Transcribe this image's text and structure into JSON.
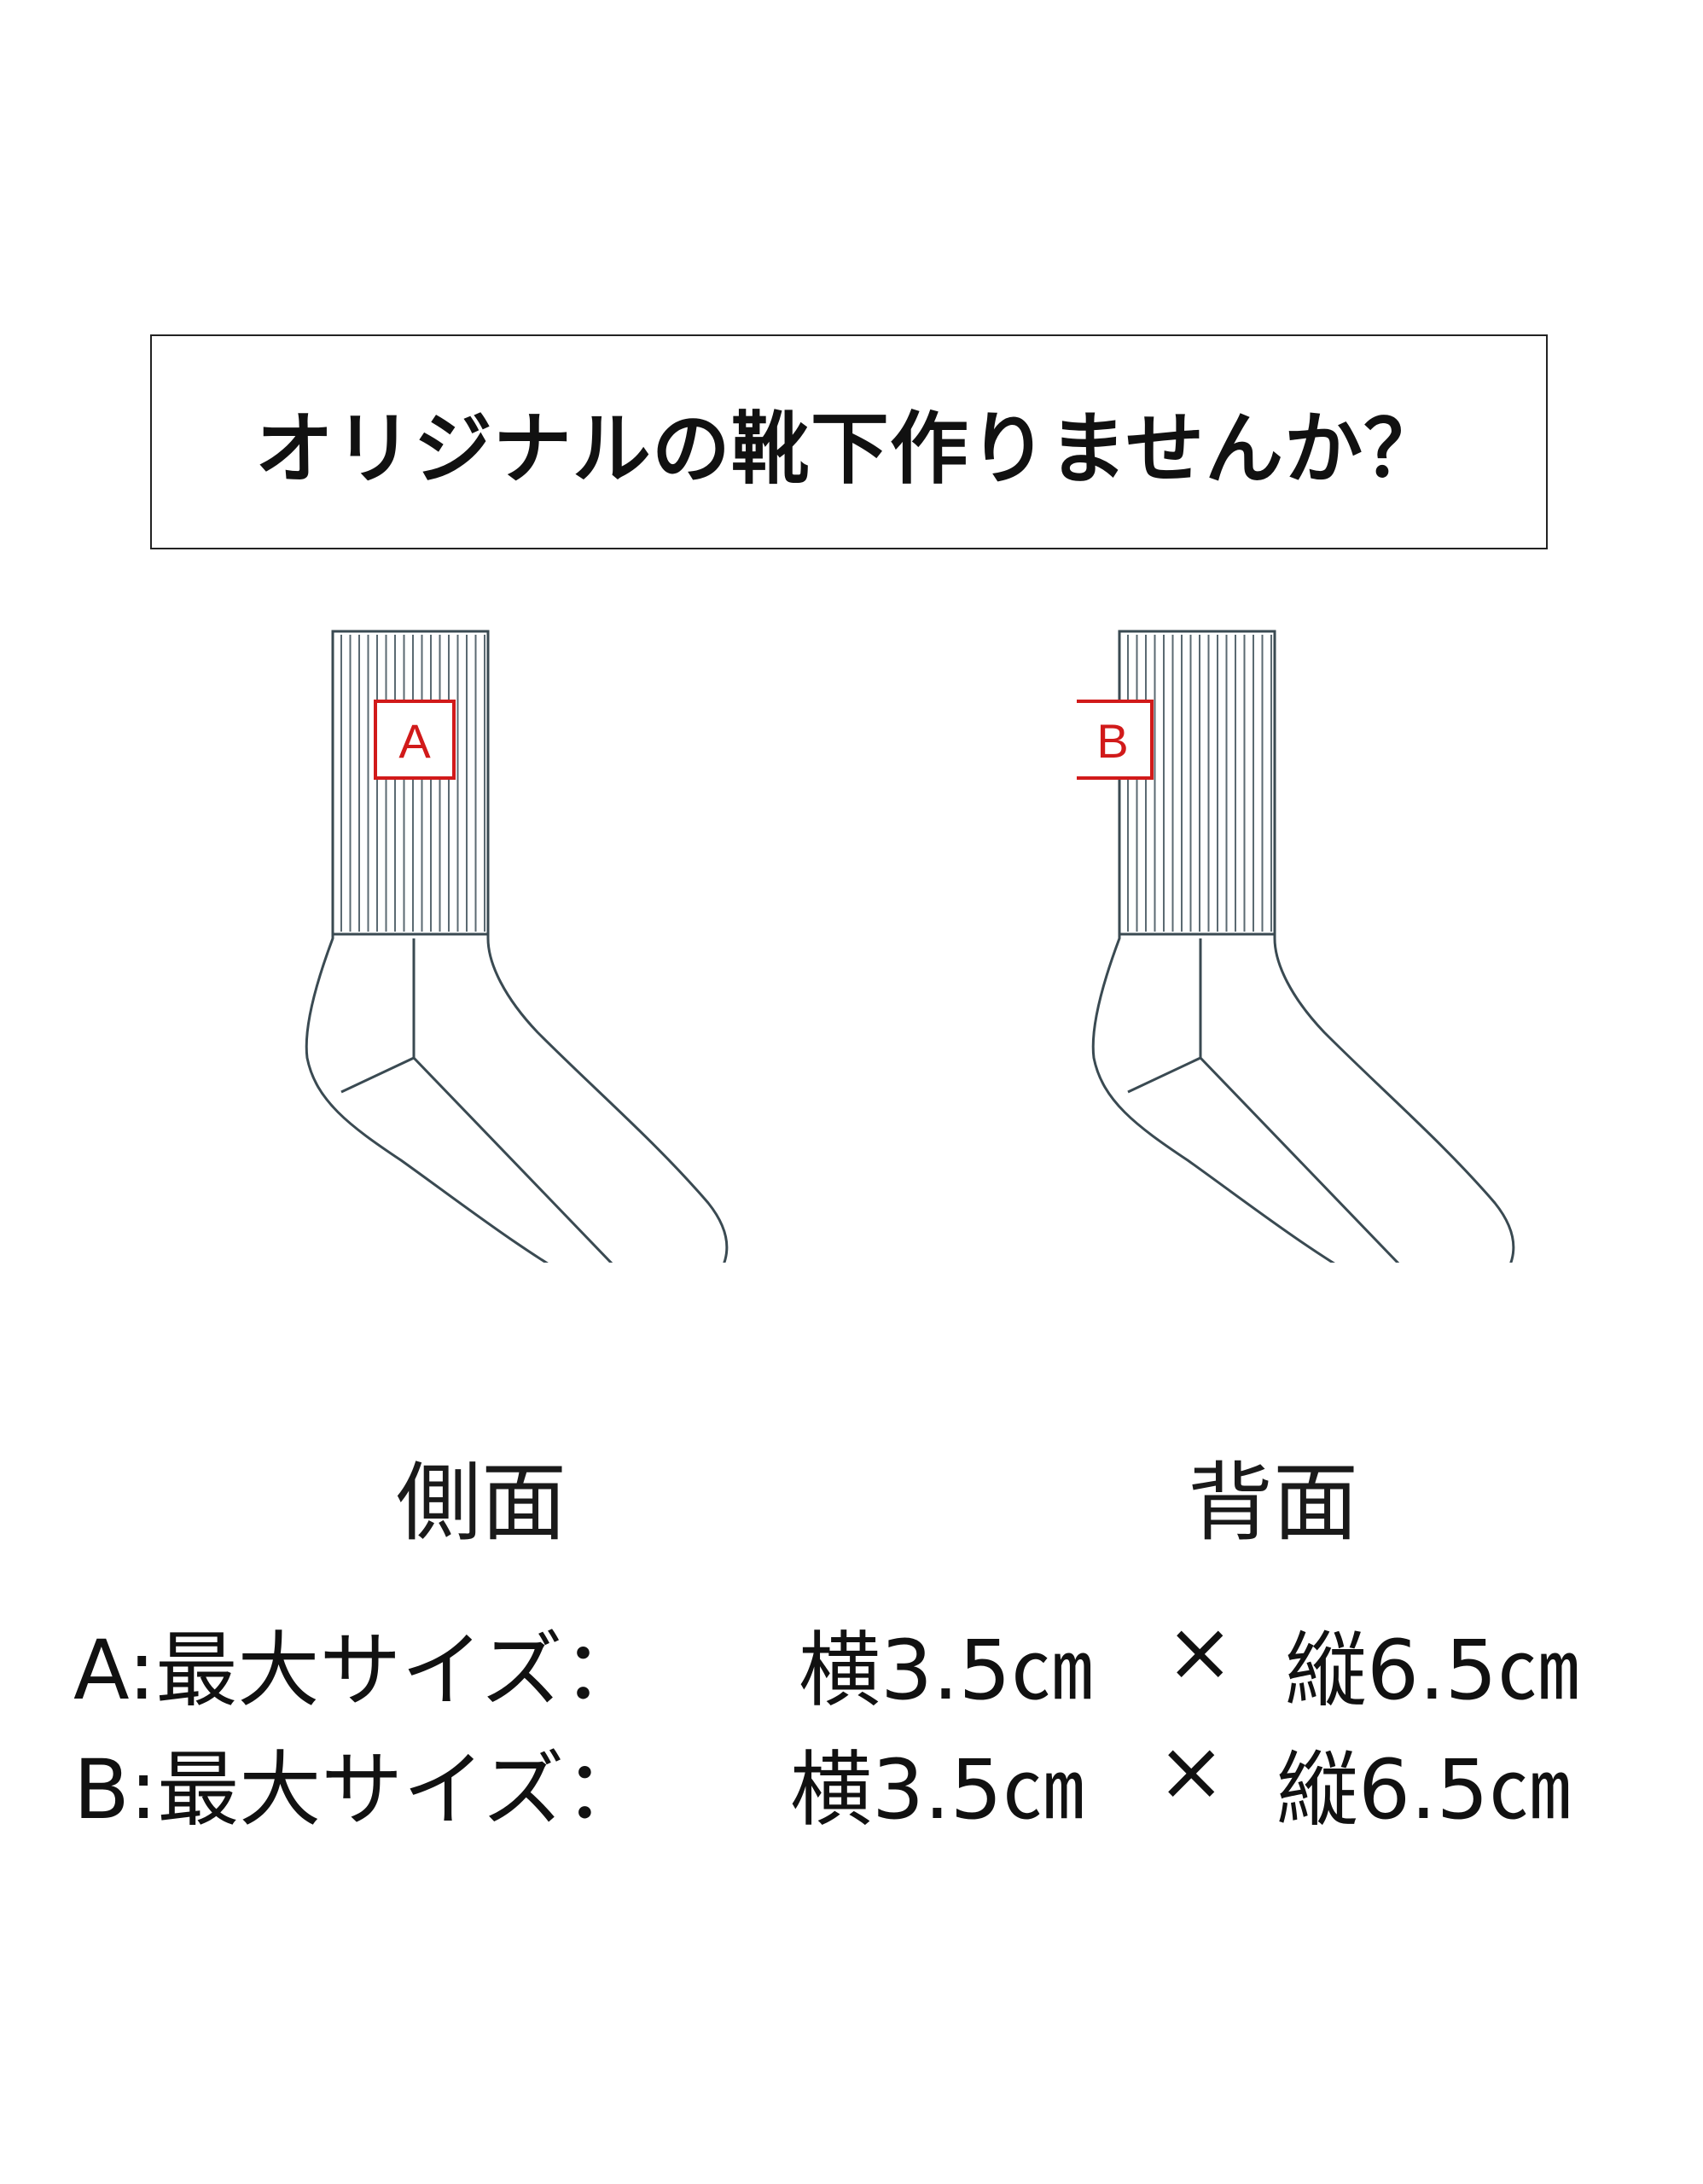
{
  "title": "オリジナルの靴下作りませんか？",
  "colors": {
    "marker": "#d11a1a",
    "outline": "#3a4a52",
    "text": "#111111"
  },
  "socks": [
    {
      "view_label": "側面",
      "marker": "A"
    },
    {
      "view_label": "背面",
      "marker": "B"
    }
  ],
  "specs": [
    {
      "label": "A:最大サイズ：",
      "width": "横3.5㎝",
      "times": "×",
      "height": "縦6.5㎝"
    },
    {
      "label": "B:最大サイズ：",
      "width": "横3.5㎝",
      "times": "×",
      "height": "縦6.5㎝"
    }
  ]
}
